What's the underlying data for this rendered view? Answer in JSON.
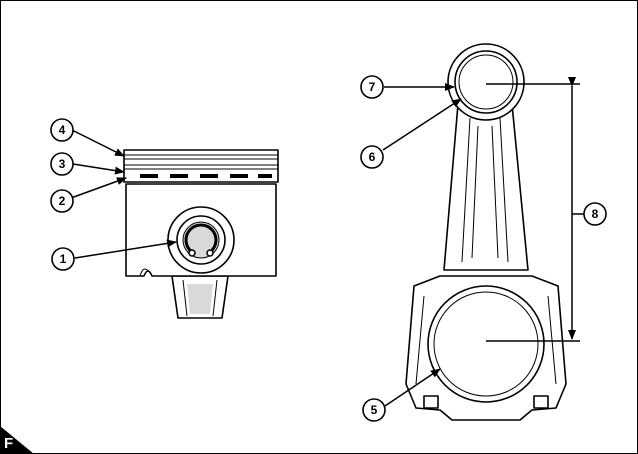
{
  "figure_label": "F",
  "callouts": [
    {
      "id": "c1",
      "label": "1"
    },
    {
      "id": "c2",
      "label": "2"
    },
    {
      "id": "c3",
      "label": "3"
    },
    {
      "id": "c4",
      "label": "4"
    },
    {
      "id": "c5",
      "label": "5"
    },
    {
      "id": "c6",
      "label": "6"
    },
    {
      "id": "c7",
      "label": "7"
    },
    {
      "id": "c8",
      "label": "8"
    }
  ]
}
